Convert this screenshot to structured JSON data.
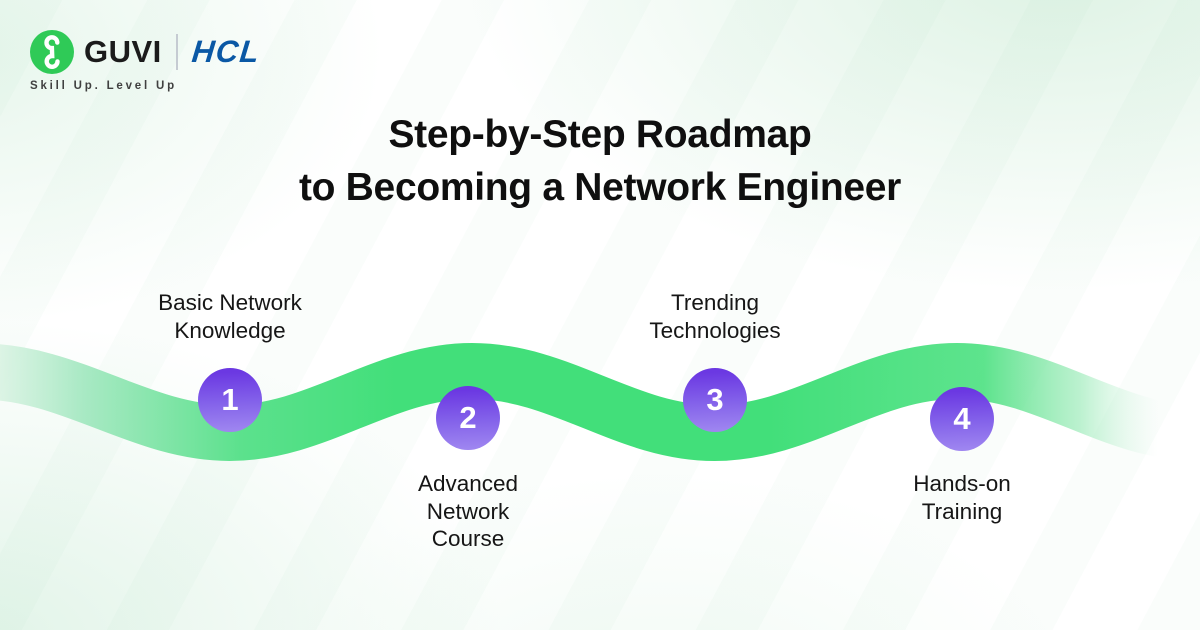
{
  "brand": {
    "guvi_label": "GUVI",
    "hcl_label": "HCL",
    "tagline": "Skill Up. Level Up",
    "guvi_green": "#2fca57",
    "hcl_blue": "#0a58a5"
  },
  "title": {
    "line1": "Step-by-Step Roadmap",
    "line2": "to Becoming a Network Engineer"
  },
  "roadmap": {
    "wave_color": "#42df7a",
    "circle_gradient_top": "#6b38e2",
    "circle_gradient_bottom": "#9e85f0",
    "steps": [
      {
        "number": "1",
        "label": "Basic Network\nKnowledge",
        "label_position": "above"
      },
      {
        "number": "2",
        "label": "Advanced\nNetwork\nCourse",
        "label_position": "below"
      },
      {
        "number": "3",
        "label": "Trending\nTechnologies",
        "label_position": "above"
      },
      {
        "number": "4",
        "label": "Hands-on\nTraining",
        "label_position": "below"
      }
    ]
  }
}
